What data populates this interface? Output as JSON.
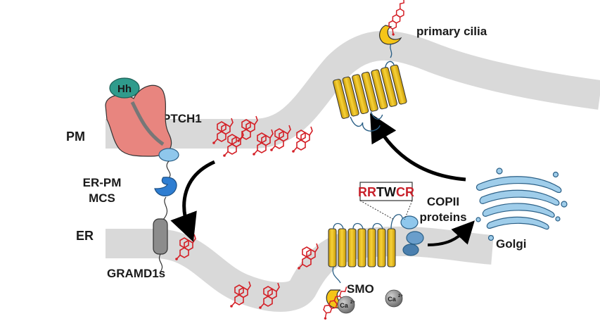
{
  "labels": {
    "pm": "PM",
    "er": "ER",
    "er_pm_mcs_line1": "ER-PM",
    "er_pm_mcs_line2": "MCS",
    "ptch1": "PTCH1",
    "hh": "Hh",
    "gramd1s": "GRAMD1s",
    "smo": "SMO",
    "primary_cilia": "primary cilia",
    "copii_line1": "COPII",
    "copii_line2": "proteins",
    "golgi": "Golgi",
    "ca_ion_1": "Ca",
    "ca_ion_2": "Ca",
    "ca_charge": "2+"
  },
  "motif": [
    {
      "char": "R",
      "color": "red"
    },
    {
      "char": "R",
      "color": "red"
    },
    {
      "char": "T",
      "color": "black"
    },
    {
      "char": "W",
      "color": "black"
    },
    {
      "char": "C",
      "color": "red"
    },
    {
      "char": "R",
      "color": "red"
    }
  ],
  "colors": {
    "membrane": "#d9d9d9",
    "cholesterol": "#d42027",
    "receptor_yellow": "#f5c518",
    "ptch1_pink": "#e8857f",
    "hh_teal": "#2f9b8c",
    "sensor_blue": "#2e7dd1",
    "light_blue": "#8fc7ec",
    "golgi_blue": "#9fcdea",
    "gramd1_gray": "#8c8c8c",
    "arrow": "#000000"
  }
}
